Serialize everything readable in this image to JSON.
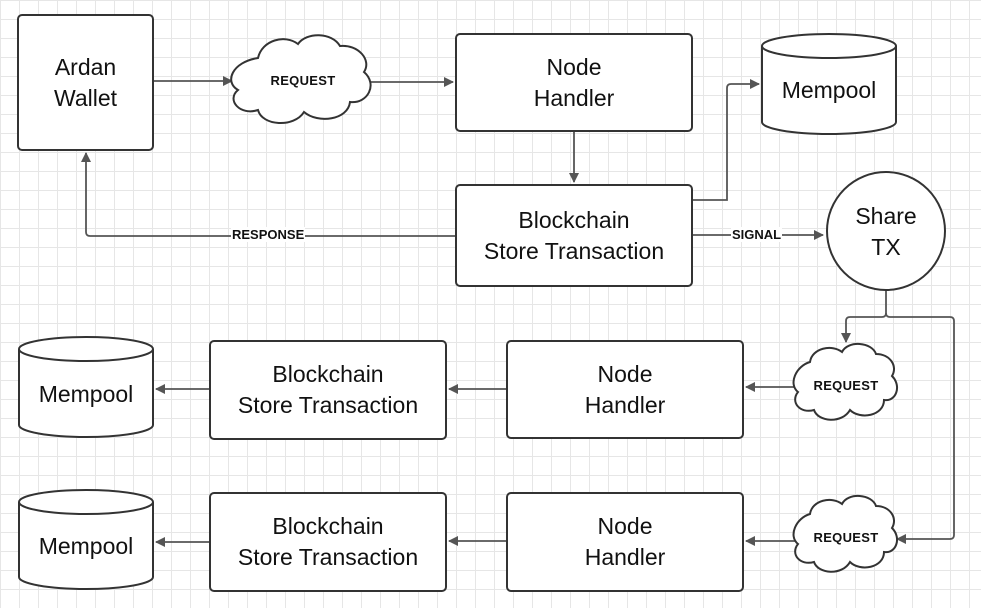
{
  "nodes": {
    "wallet": [
      "Ardan",
      "Wallet"
    ],
    "cloud_top": "REQUEST",
    "node_handler_top": [
      "Node",
      "Handler"
    ],
    "mempool_top": "Mempool",
    "blockchain_top": [
      "Blockchain",
      "Store Transaction"
    ],
    "share_tx": [
      "Share",
      "TX"
    ],
    "cloud_mid": "REQUEST",
    "node_handler_mid": [
      "Node",
      "Handler"
    ],
    "blockchain_mid": [
      "Blockchain",
      "Store Transaction"
    ],
    "mempool_mid": "Mempool",
    "cloud_bot": "REQUEST",
    "node_handler_bot": [
      "Node",
      "Handler"
    ],
    "blockchain_bot": [
      "Blockchain",
      "Store Transaction"
    ],
    "mempool_bot": "Mempool"
  },
  "edges": {
    "response": "RESPONSE",
    "signal": "SIGNAL"
  }
}
